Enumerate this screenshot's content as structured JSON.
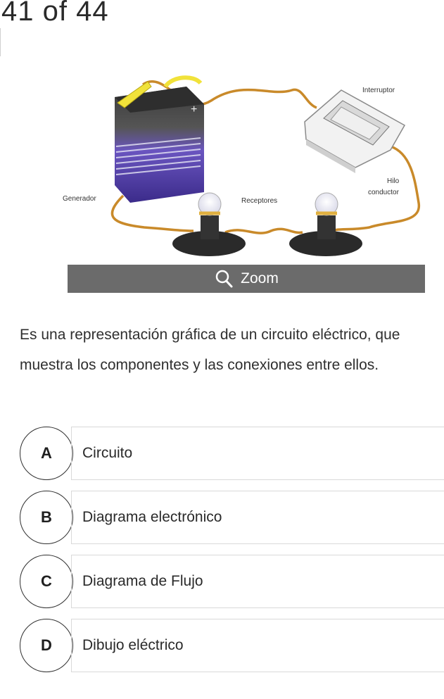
{
  "header": {
    "progress": "41 of 44"
  },
  "figure": {
    "labels": {
      "switch": "Interruptor",
      "wire_1": "Hilo",
      "wire_2": "conductor",
      "generator": "Generador",
      "receivers": "Receptores"
    }
  },
  "zoom": {
    "label": "Zoom"
  },
  "question": {
    "text": "Es una representación gráfica de un circuito eléctrico, que muestra los componentes y las conexiones entre ellos."
  },
  "options": [
    {
      "letter": "A",
      "text": "Circuito"
    },
    {
      "letter": "B",
      "text": "Diagrama electrónico"
    },
    {
      "letter": "C",
      "text": "Diagrama de Flujo"
    },
    {
      "letter": "D",
      "text": "Dibujo eléctrico"
    }
  ]
}
